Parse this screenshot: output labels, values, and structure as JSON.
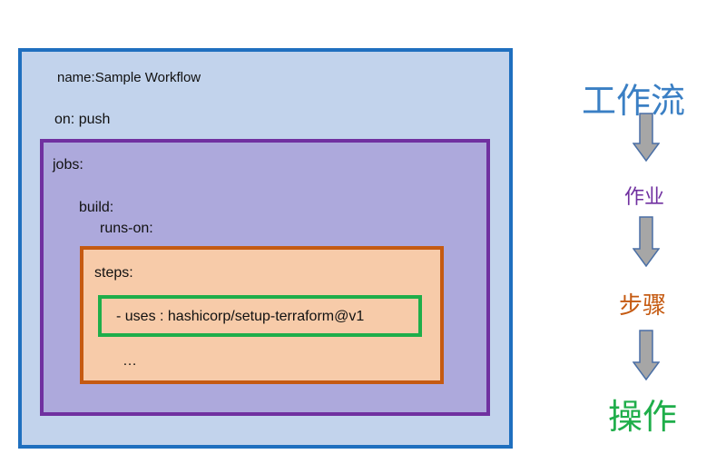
{
  "diagram": {
    "workflow_name": "name:Sample Workflow",
    "on_trigger": "on: push",
    "jobs_label": "jobs:",
    "build_label": "build:",
    "runs_on_label": "runs-on:",
    "steps_label": "steps:",
    "uses_label": "- uses : hashicorp/setup-terraform@v1",
    "ellipsis": "…"
  },
  "legend": {
    "workflow": "工作流",
    "job": "作业",
    "step": "步骤",
    "action": "操作"
  },
  "colors": {
    "workflow": "#1f6fbf",
    "job": "#7030a0",
    "step": "#c55a11",
    "action": "#1fae4a",
    "arrow_fill": "#a6a6a6",
    "arrow_stroke": "#4a6fa5"
  }
}
